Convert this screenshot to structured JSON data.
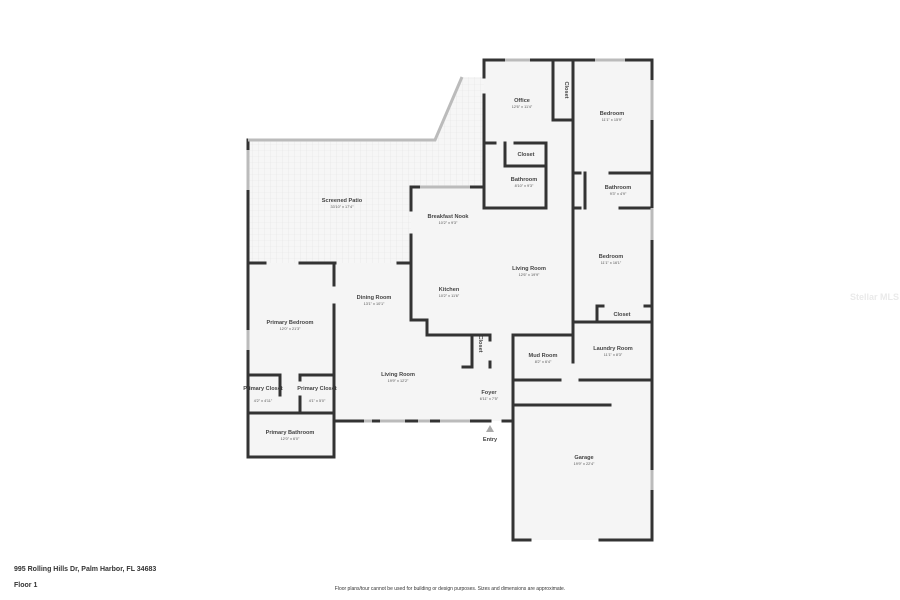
{
  "rooms": {
    "office": {
      "name": "Office",
      "dim": "12'6\" x 11'4\""
    },
    "closet_top": {
      "name": "Closet"
    },
    "bedroom_1": {
      "name": "Bedroom",
      "dim": "11'1\" x 15'9\""
    },
    "closet_office": {
      "name": "Closet"
    },
    "bathroom_1": {
      "name": "Bathroom",
      "dim": "8'10\" x 9'3\""
    },
    "bathroom_2": {
      "name": "Bathroom",
      "dim": "9'3\" x 4'9\""
    },
    "screened_patio": {
      "name": "Screened Patio",
      "dim": "33'10\" x 17'4\""
    },
    "breakfast_nook": {
      "name": "Breakfast Nook",
      "dim": "10'2\" x 9'3\""
    },
    "living_room_1": {
      "name": "Living Room",
      "dim": "12'6\" x 19'9\""
    },
    "bedroom_2": {
      "name": "Bedroom",
      "dim": "11'1\" x 16'1\""
    },
    "closet_bedroom": {
      "name": "Closet"
    },
    "dining_room": {
      "name": "Dining Room",
      "dim": "13'1\" x 10'1\""
    },
    "kitchen": {
      "name": "Kitchen",
      "dim": "10'2\" x 11'6\""
    },
    "primary_bedroom": {
      "name": "Primary Bedroom",
      "dim": "12'0\" x 21'3\""
    },
    "closet_foyer": {
      "name": "Closet"
    },
    "mud_room": {
      "name": "Mud Room",
      "dim": "8'2\" x 6'4\""
    },
    "laundry_room": {
      "name": "Laundry Room",
      "dim": "11'1\" x 8'3\""
    },
    "living_room_2": {
      "name": "Living Room",
      "dim": "19'9\" x 12'2\""
    },
    "primary_closet_1": {
      "name": "Primary Closet",
      "dim": "4'2\" x 4'11\""
    },
    "primary_closet_2": {
      "name": "Primary Closet",
      "dim": "4'1\" x 5'0\""
    },
    "foyer": {
      "name": "Foyer",
      "dim": "6'11\" x 7'5\""
    },
    "primary_bathroom": {
      "name": "Primary Bathroom",
      "dim": "12'0\" x 6'0\""
    },
    "garage": {
      "name": "Garage",
      "dim": "19'9\" x 22'4\""
    }
  },
  "entry_label": "Entry",
  "footer": {
    "address": "995 Rolling Hills Dr, Palm Harbor, FL 34683",
    "floor": "Floor 1",
    "disclaimer": "Floor plans/tour cannot be used for building or design purposes. Sizes and dimensions are approximate."
  },
  "watermark": "Stellar MLS",
  "colors": {
    "wall": "#333333",
    "floor": "#f5f5f5",
    "window": "#bbbbbb"
  }
}
